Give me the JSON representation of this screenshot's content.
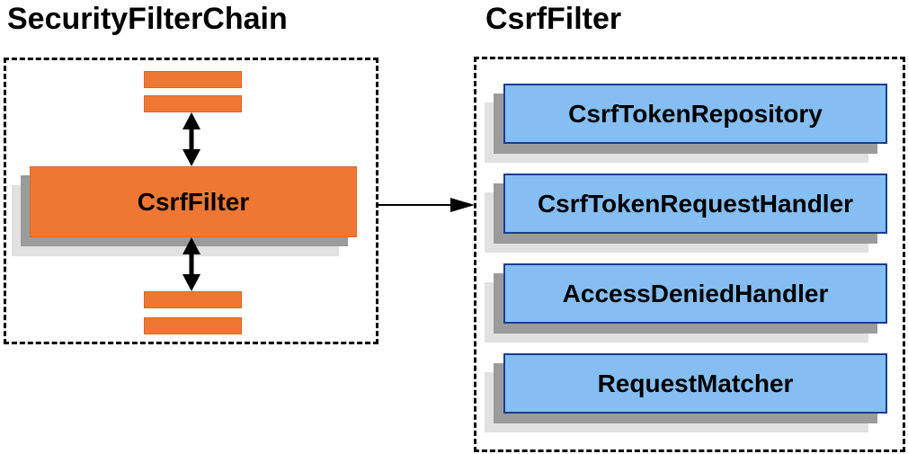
{
  "diagram": {
    "left_panel": {
      "title": "SecurityFilterChain",
      "filter_box_label": "CsrfFilter"
    },
    "right_panel": {
      "title": "CsrfFilter",
      "components": [
        {
          "label": "CsrfTokenRepository"
        },
        {
          "label": "CsrfTokenRequestHandler"
        },
        {
          "label": "AccessDeniedHandler"
        },
        {
          "label": "RequestMatcher"
        }
      ]
    },
    "colors": {
      "filter_fill": "#EE7833",
      "filter_border": "#E0662A",
      "component_fill": "#85BEF2",
      "component_border": "#1B3C94",
      "shadow_dark": "#9B9B9B",
      "shadow_light": "#E1E1E1",
      "container_border": "#000000",
      "arrow": "#000000",
      "background": "#FFFFFF"
    }
  }
}
